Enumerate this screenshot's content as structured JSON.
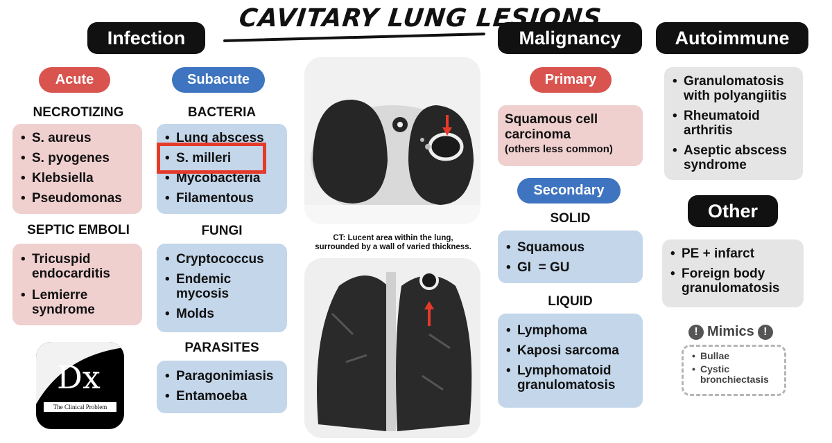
{
  "title": "CAVITARY LUNG LESIONS",
  "headers": {
    "infection": "Infection",
    "malignancy": "Malignancy",
    "autoimmune": "Autoimmune",
    "other": "Other"
  },
  "infection": {
    "acute": {
      "label": "Acute",
      "necrotizing": {
        "title": "NECROTIZING",
        "items": [
          "S. aureus",
          "S. pyogenes",
          "Klebsiella",
          "Pseudomonas"
        ]
      },
      "septic_emboli": {
        "title": "SEPTIC EMBOLI",
        "items": [
          "Tricuspid endocarditis",
          "Lemierre syndrome"
        ]
      }
    },
    "subacute": {
      "label": "Subacute",
      "bacteria": {
        "title": "BACTERIA",
        "items": [
          "Lung abscess",
          "S. milleri",
          "Mycobacteria",
          "Filamentous"
        ]
      },
      "fungi": {
        "title": "FUNGI",
        "items": [
          "Cryptococcus",
          "Endemic mycosis",
          "Molds"
        ]
      },
      "parasites": {
        "title": "PARASITES",
        "items": [
          "Paragonimiasis",
          "Entamoeba"
        ]
      }
    }
  },
  "ct_caption": {
    "line1": "CT: Lucent area within the lung,",
    "line2": "surrounded by a wall of varied thickness."
  },
  "malignancy": {
    "primary": {
      "label": "Primary",
      "text_main": "Squamous cell carcinoma",
      "text_note": "(others less common)"
    },
    "secondary": {
      "label": "Secondary",
      "solid": {
        "title": "SOLID",
        "items": [
          "Squamous",
          "GI  = GU"
        ]
      },
      "liquid": {
        "title": "LIQUID",
        "items": [
          "Lymphoma",
          "Kaposi sarcoma",
          "Lymphomatoid granulomatosis"
        ]
      }
    }
  },
  "autoimmune": {
    "items": [
      "Granulomatosis with polyangiitis",
      "Rheumatoid arthritis",
      "Aseptic abscess syndrome"
    ]
  },
  "other": {
    "items": [
      "PE + infarct",
      "Foreign body granulomatosis"
    ]
  },
  "mimics": {
    "title": "Mimics",
    "items": [
      "Bullae",
      "Cystic bronchiectasis"
    ]
  },
  "logo": {
    "text": "Dx",
    "tagline": "The Clinical Problem Solvers"
  },
  "colors": {
    "red_pill": "#d9534f",
    "blue_pill": "#3e74c0",
    "red_box": "#f0cfcf",
    "blue_box": "#c3d6ea",
    "gray_box": "#e5e5e5",
    "highlight": "#e53a2a"
  }
}
